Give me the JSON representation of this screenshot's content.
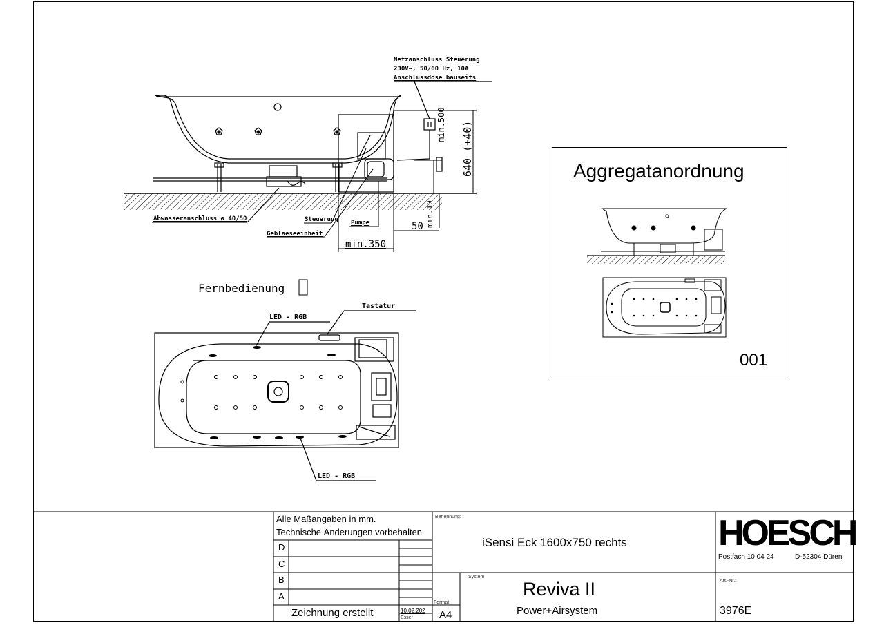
{
  "drawing": {
    "labels": {
      "power_line1": "Netzanschluss Steuerung",
      "power_line2": "230V~, 50/60 Hz, 10A",
      "power_line3": "Anschlussdose bauseits",
      "drain": "Abwasseranschluss ø 40/50",
      "control": "Steuerung",
      "pump": "Pumpe",
      "blower": "Geblaeseeinheit",
      "dim_min500": "min.500",
      "dim_640": "640 (+40)",
      "dim_min350": "min.350",
      "dim_50": "50",
      "dim_min10": "min.10",
      "remote": "Fernbedienung",
      "keypad": "Tastatur",
      "led_top": "LED  -  RGB",
      "led_bottom": "LED  -  RGB"
    }
  },
  "panel": {
    "title": "Aggregatanordnung",
    "number": "001"
  },
  "title_block": {
    "note1": "Alle Maßangaben in mm.",
    "note2": "Technische Änderungen vorbehalten",
    "revisions": [
      "D",
      "C",
      "B",
      "A"
    ],
    "created_label": "Zeichnung erstellt",
    "created_date": "10.02.202",
    "created_by": "Esser",
    "format_label": "Format",
    "format_value": "A4",
    "benennung_label": "Benennung:",
    "product": "iSensi Eck 1600x750 rechts",
    "system_label": "System",
    "system_name": "Reviva II",
    "system_sub": "Power+Airsystem",
    "brand": "HOESCH",
    "address_postfach": "Postfach 10 04 24",
    "address_city": "D-52304 Düren",
    "artnr_label": "Art.-Nr.:",
    "artnr": "3976E"
  }
}
